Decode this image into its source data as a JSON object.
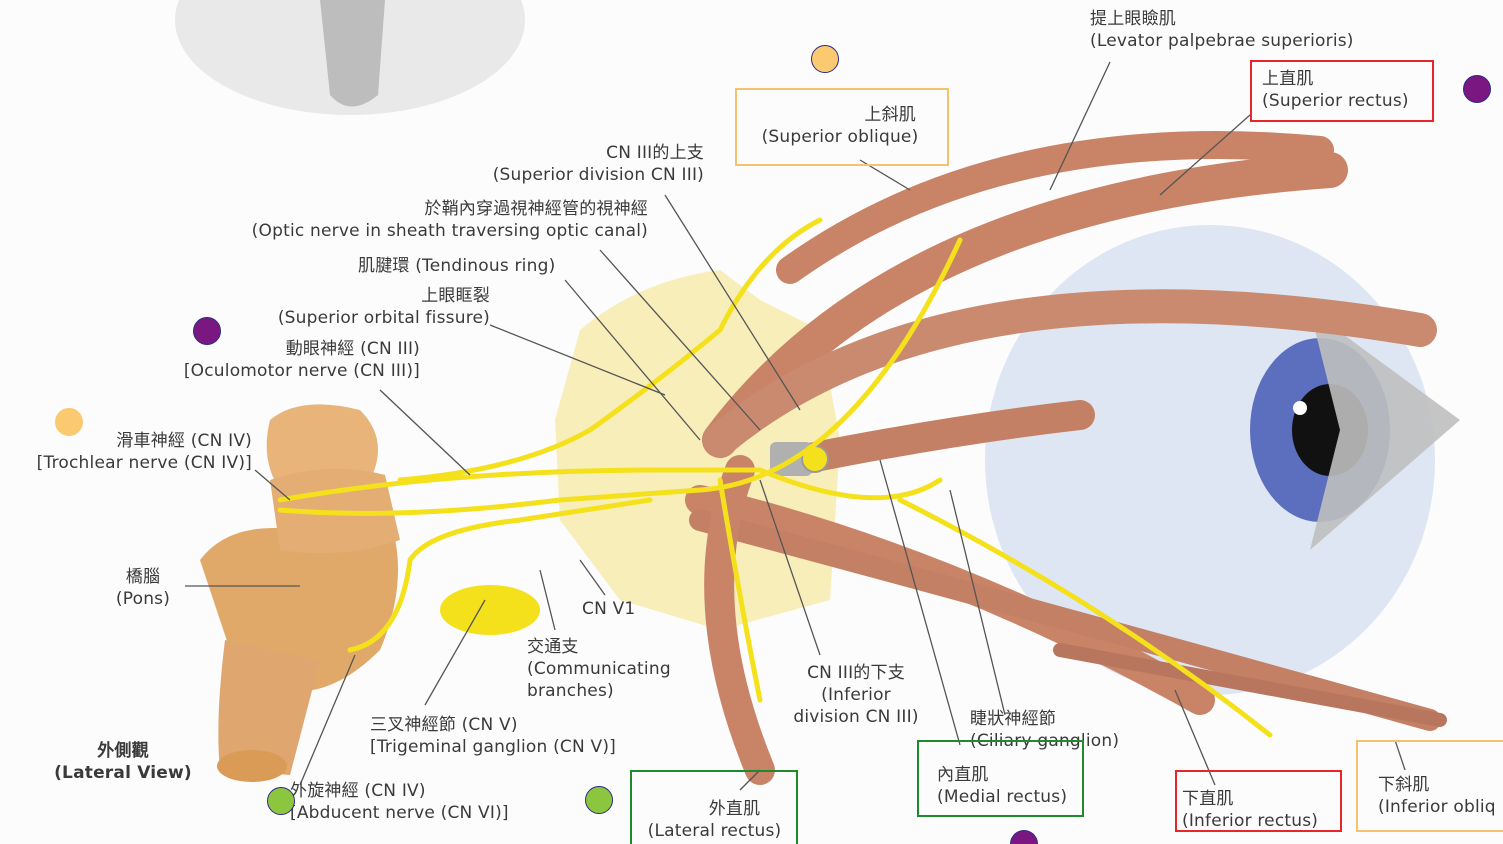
{
  "labels": {
    "levator": {
      "zh": "提上眼瞼肌",
      "en": "(Levator palpebrae superioris)"
    },
    "superior_rectus": {
      "zh": "上直肌",
      "en": "(Superior rectus)"
    },
    "superior_oblique": {
      "zh": "上斜肌",
      "en": "(Superior oblique)"
    },
    "cn3_superior": {
      "zh": "CN III的上支",
      "en": "(Superior division CN III)"
    },
    "optic_nerve": {
      "zh": "於鞘內穿過視神經管的視神經",
      "en": "(Optic nerve in sheath traversing optic canal)"
    },
    "tendinous_ring": {
      "text": "肌腱環 (Tendinous ring)"
    },
    "sup_orbital_fissure": {
      "zh": "上眼眶裂",
      "en": "(Superior orbital fissure)"
    },
    "oculomotor": {
      "zh": "動眼神經 (CN III)",
      "en": "[Oculomotor nerve (CN III)]"
    },
    "trochlear": {
      "zh": "滑車神經 (CN IV)",
      "en": "[Trochlear nerve (CN IV)]"
    },
    "pons": {
      "zh": "橋腦",
      "en": "(Pons)"
    },
    "cn_v1": {
      "text": "CN V1"
    },
    "communicating": {
      "zh": "交通支",
      "en1": "(Communicating",
      "en2": "branches)"
    },
    "trigeminal": {
      "zh": "三叉神經節 (CN V)",
      "en": "[Trigeminal ganglion (CN V)]"
    },
    "abducent": {
      "zh": "外旋神經 (CN IV)",
      "en": "[Abducent nerve (CN VI)]"
    },
    "lateral_view": {
      "zh": "外側觀",
      "en": "(Lateral View)"
    },
    "lateral_rectus": {
      "zh": "外直肌",
      "en": "(Lateral rectus)"
    },
    "cn3_inferior": {
      "zh": "CN III的下支",
      "en1": "(Inferior",
      "en2": "division CN III)"
    },
    "ciliary": {
      "zh": "睫狀神經節",
      "en": "(Ciliary ganglion)"
    },
    "medial_rectus": {
      "zh": "內直肌",
      "en": "(Medial rectus)"
    },
    "inferior_rectus": {
      "zh": "下直肌",
      "en": "(Inferior rectus)"
    },
    "inferior_oblique": {
      "zh": "下斜肌",
      "en": "(Inferior obliq"
    }
  },
  "colors": {
    "red_box": "#e8262a",
    "orange_box": "#f6c16e",
    "green_box": "#1e8a2e",
    "purple_dot": "#7a1780",
    "orange_dot": "#fbc96f",
    "green_dot": "#8cc63f",
    "nerve": "#f4e11c",
    "muscle": "#c98468",
    "eye_iris": "#5c6fbf"
  }
}
